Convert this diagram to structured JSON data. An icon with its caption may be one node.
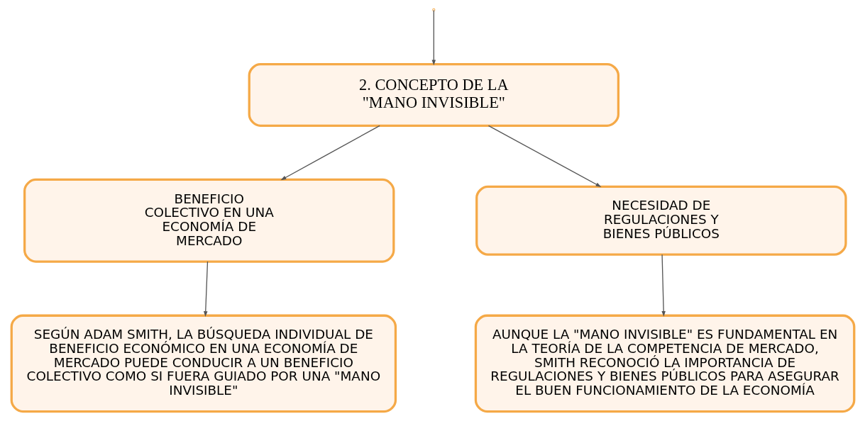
{
  "diagram": {
    "nodes": [
      {
        "text": [
          "2. CONCEPTO DE LA \"MANO INVISIBLE\""
        ]
      },
      {
        "text": [
          "BENEFICIO COLECTIVO EN UNA ECONOMÍA DE MERCADO"
        ]
      },
      {
        "text": [
          "NECESIDAD DE REGULACIONES Y BIENES PÚBLICOS"
        ]
      },
      {
        "text": [
          "SEGÚN ADAM SMITH, LA BÚSQUEDA INDIVIDUAL DE BENEFICIO ECONÓMICO EN UNA ECONOMÍA DE MERCADO PUEDE CONDUCIR A UN BENEFICIO COLECTIVO COMO SI FUERA GUIADO POR UNA \"MANO INVISIBLE\""
        ]
      },
      {
        "text": [
          "AUNQUE LA \"MANO INVISIBLE\" ES FUNDAMENTAL EN LA TEORÍA DE LA COMPETENCIA DE MERCADO, SMITH RECONOCIÓ LA IMPORTANCIA DE REGULACIONES Y BIENES PÚBLICOS PARA ASEGURAR EL BUEN FUNCIONAMIENTO DE LA ECONOMÍA"
        ]
      }
    ],
    "edges": [
      {
        "from": null,
        "to": 0,
        "arrow": "to"
      },
      {
        "from": 0,
        "to": 1,
        "arrow": "to"
      },
      {
        "from": 0,
        "to": 2,
        "arrow": "to"
      },
      {
        "from": 1,
        "to": 3,
        "arrow": "to"
      },
      {
        "from": 2,
        "to": 4,
        "arrow": "to"
      }
    ]
  }
}
